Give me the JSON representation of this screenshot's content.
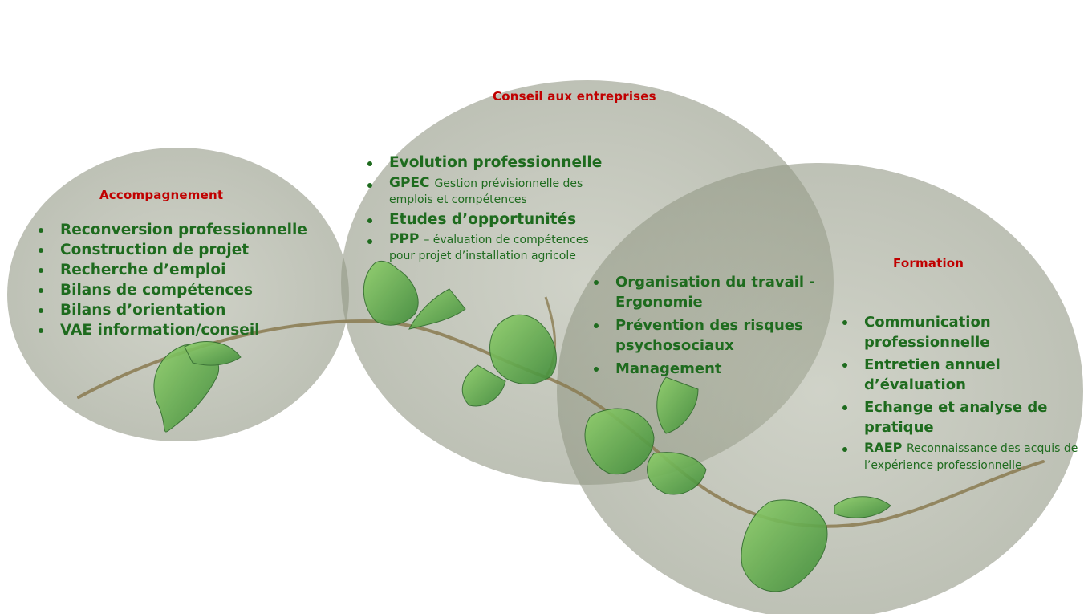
{
  "colors": {
    "circle_fill": "#a3a895",
    "title": "#c00000",
    "item_text": "#1e6b1e",
    "stem": "#8a7a50",
    "leaf": "#63a84a"
  },
  "circles": {
    "accompagnement": {
      "title": "Accompagnement",
      "items": [
        {
          "label": "Reconversion professionnelle"
        },
        {
          "label": "Construction de projet"
        },
        {
          "label": "Recherche d’emploi"
        },
        {
          "label": "Bilans de compétences"
        },
        {
          "label": "Bilans d’orientation"
        },
        {
          "label": "VAE information/conseil"
        }
      ]
    },
    "conseil": {
      "title": "Conseil aux entreprises",
      "items": [
        {
          "label": "Evolution professionnelle",
          "detail": ""
        },
        {
          "label": "GPEC",
          "detail": "Gestion prévisionnelle des emplois et compétences"
        },
        {
          "label": "Etudes d’opportunités",
          "detail": ""
        },
        {
          "label": "PPP",
          "detail": "– évaluation de compétences pour projet d’installation agricole"
        }
      ]
    },
    "overlap": {
      "items": [
        {
          "label": "Organisation du travail - Ergonomie"
        },
        {
          "label": "Prévention des risques psychosociaux"
        },
        {
          "label": "Management"
        }
      ]
    },
    "formation": {
      "title": "Formation",
      "items": [
        {
          "label": "Communication professionnelle",
          "detail": ""
        },
        {
          "label": "Entretien annuel d’évaluation",
          "detail": ""
        },
        {
          "label": "Echange et analyse de pratique",
          "detail": ""
        },
        {
          "label": "RAEP",
          "detail": "Reconnaissance des acquis de l’expérience professionnelle"
        }
      ]
    }
  }
}
